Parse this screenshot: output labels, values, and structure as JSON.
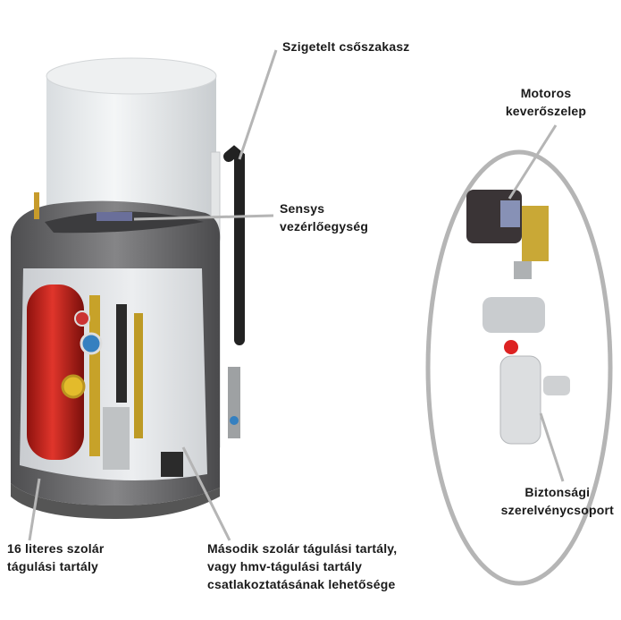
{
  "labels": {
    "insulated_pipe": [
      "Szigetelt csőszakasz"
    ],
    "controller": [
      "Sensys",
      "vezérlőegység"
    ],
    "mixing_valve": [
      "Motoros",
      "keverőszelep"
    ],
    "safety_group": [
      "Biztonsági",
      "szerelvénycsoport"
    ],
    "expansion_tank": [
      "16 literes szolár",
      "tágulási tartály"
    ],
    "second_tank": [
      "Második szolár tágulási tartály,",
      "vagy hmv-tágulási tartály",
      "csatlakoztatásának lehetősége"
    ]
  },
  "colors": {
    "leader_line": "#b5b5b5",
    "tank_red": "#c8231c",
    "housing_gray": "#6e6e70"
  }
}
